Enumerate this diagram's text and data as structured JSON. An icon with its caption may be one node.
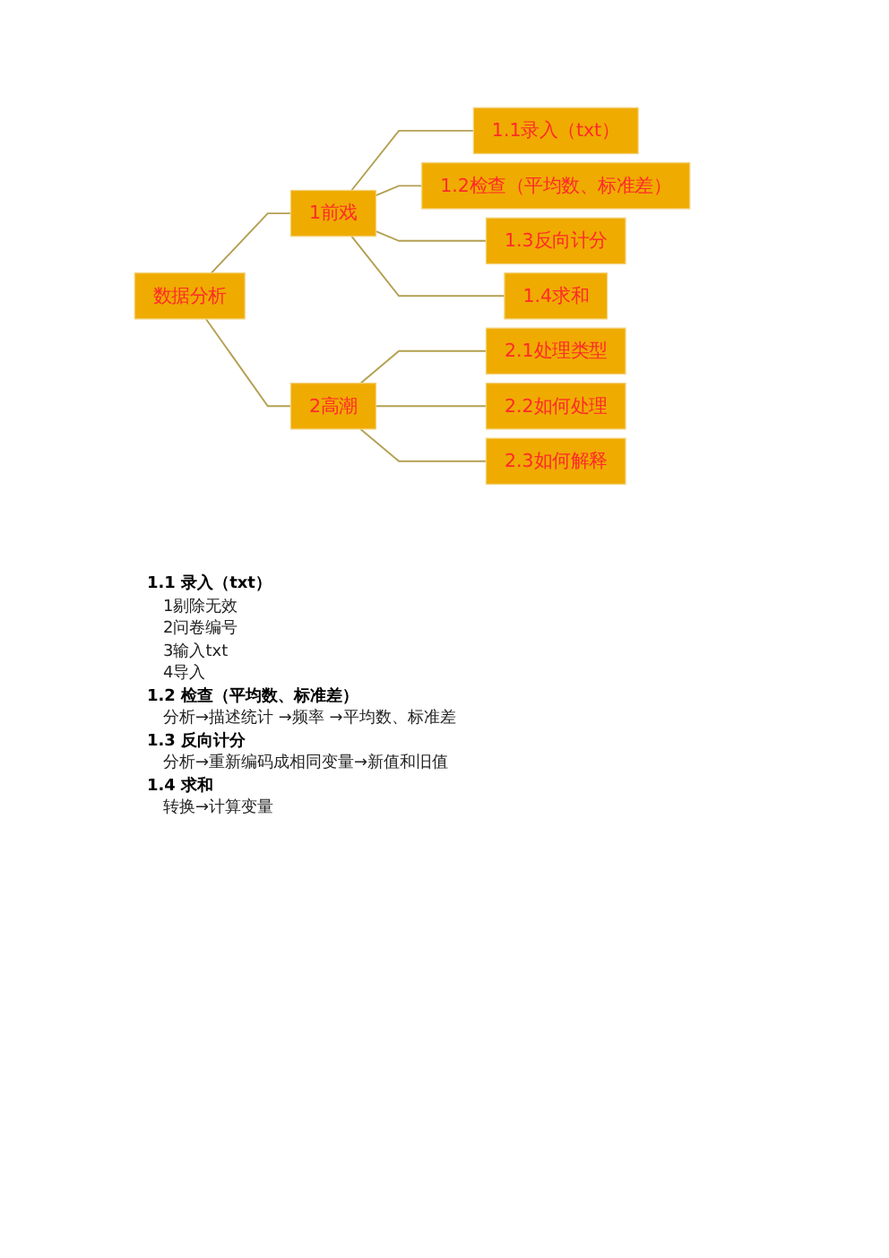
{
  "diagram": {
    "nodes": [
      {
        "text": [
          "数据分析"
        ]
      },
      {
        "text": [
          "1前戏"
        ]
      },
      {
        "text": [
          "1.1录入（txt）"
        ]
      },
      {
        "text": [
          "1.2检查（平均数、标准差）"
        ]
      },
      {
        "text": [
          "1.3反向计分"
        ]
      },
      {
        "text": [
          "1.4求和"
        ]
      },
      {
        "text": [
          "2高潮"
        ]
      },
      {
        "text": [
          "2.1处理类型"
        ]
      },
      {
        "text": [
          "2.2如何处理"
        ]
      },
      {
        "text": [
          "2.3如何解释"
        ]
      }
    ],
    "edges": [
      {
        "from": 0,
        "to": 1,
        "arrow": "none"
      },
      {
        "from": 0,
        "to": 6,
        "arrow": "none"
      },
      {
        "from": 1,
        "to": 2,
        "arrow": "none"
      },
      {
        "from": 1,
        "to": 3,
        "arrow": "none"
      },
      {
        "from": 1,
        "to": 4,
        "arrow": "none"
      },
      {
        "from": 1,
        "to": 5,
        "arrow": "none"
      },
      {
        "from": 6,
        "to": 7,
        "arrow": "none"
      },
      {
        "from": 6,
        "to": 8,
        "arrow": "none"
      },
      {
        "from": 6,
        "to": 9,
        "arrow": "none"
      }
    ],
    "labels": [
      "1.1 录入（txt）",
      "1剔除无效",
      "2问卷编号",
      "3输入txt",
      "4导入",
      "1.2 检查（平均数、标准差）",
      "分析→描述统计 →频率 →平均数、标准差",
      "1.3 反向计分",
      "分析→重新编码成相同变量→新值和旧值",
      "1.4 求和",
      "转换→计算变量"
    ]
  }
}
